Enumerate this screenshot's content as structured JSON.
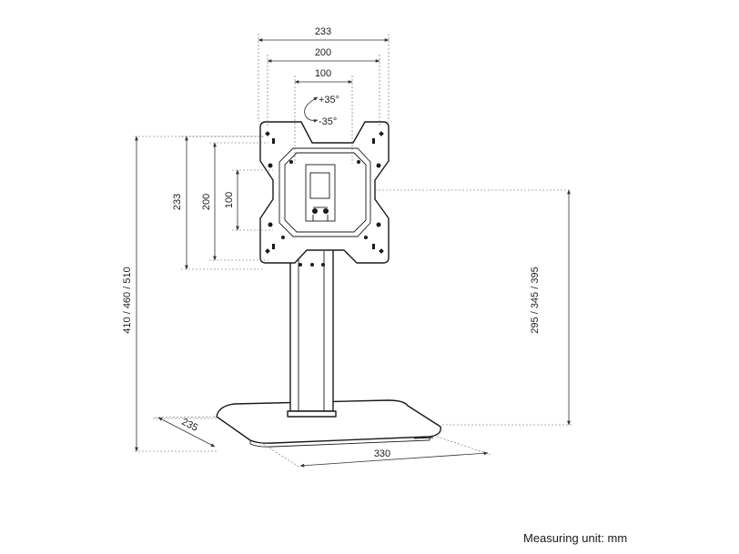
{
  "dimensions": {
    "vesa_outer_width": "233",
    "vesa_mid_width": "200",
    "vesa_inner_width": "100",
    "vesa_outer_height": "233",
    "vesa_mid_height": "200",
    "vesa_inner_height": "100",
    "tilt_up": "+35°",
    "tilt_down": "-35°",
    "total_height": "410 / 460 / 510",
    "center_height": "295 / 345 / 395",
    "base_depth": "235",
    "base_width": "330"
  },
  "footer": {
    "measuring_unit": "Measuring unit: mm"
  },
  "colors": {
    "line": "#1a1a1a",
    "dimension": "#333333",
    "background": "#ffffff"
  }
}
